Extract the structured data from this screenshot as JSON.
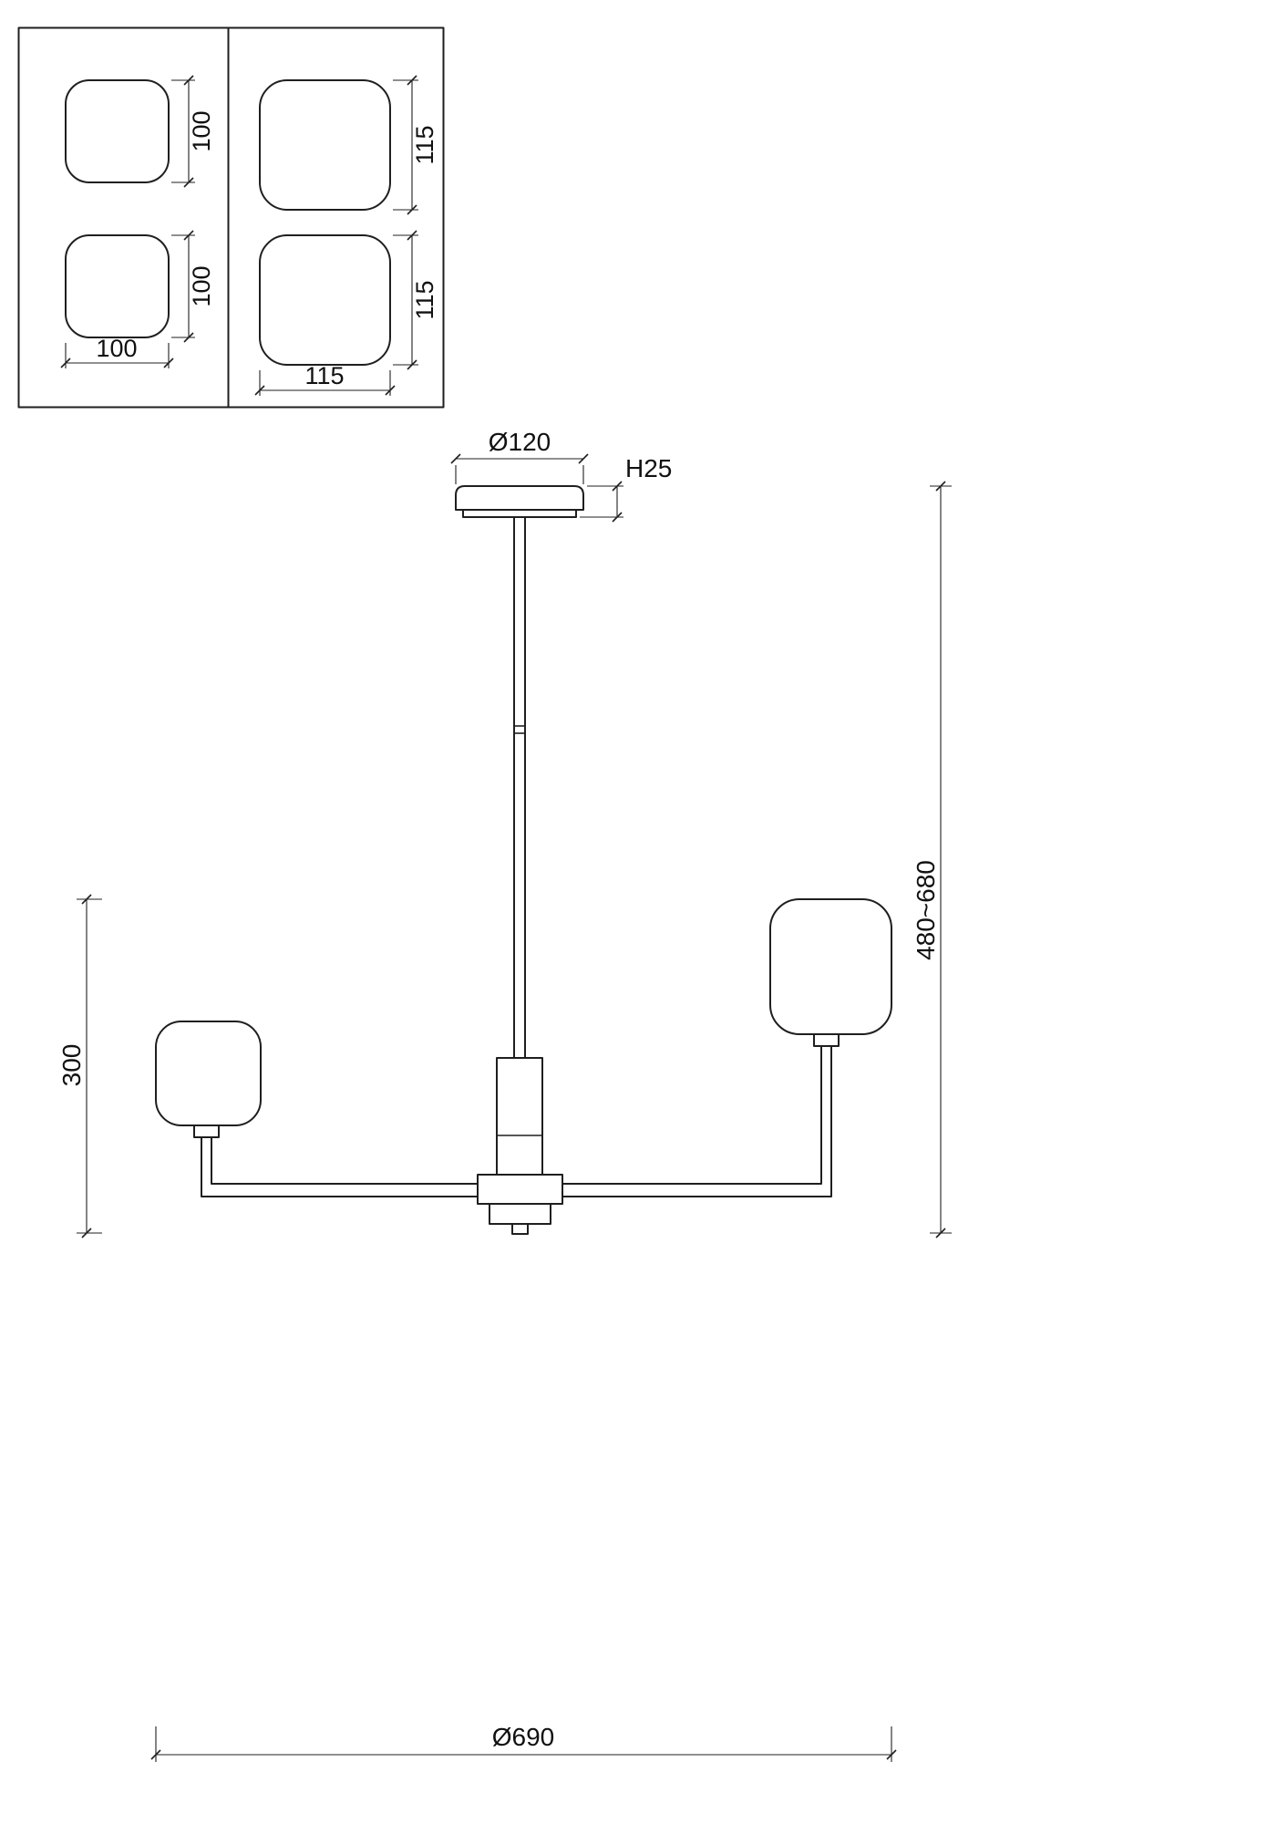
{
  "page": {
    "background": "#ffffff",
    "line_color": "#1f1f1f"
  },
  "detail_view": {
    "left_panel": {
      "square_top_height": "100",
      "square_bottom_height": "100",
      "square_width": "100"
    },
    "right_panel": {
      "square_top_height": "115",
      "square_bottom_height": "115",
      "square_width": "115"
    }
  },
  "fixture": {
    "canopy_diameter": "Ø120",
    "canopy_height": "H25",
    "suspension_height": "480~680",
    "shade_assembly_height": "300",
    "overall_diameter": "Ø690"
  }
}
